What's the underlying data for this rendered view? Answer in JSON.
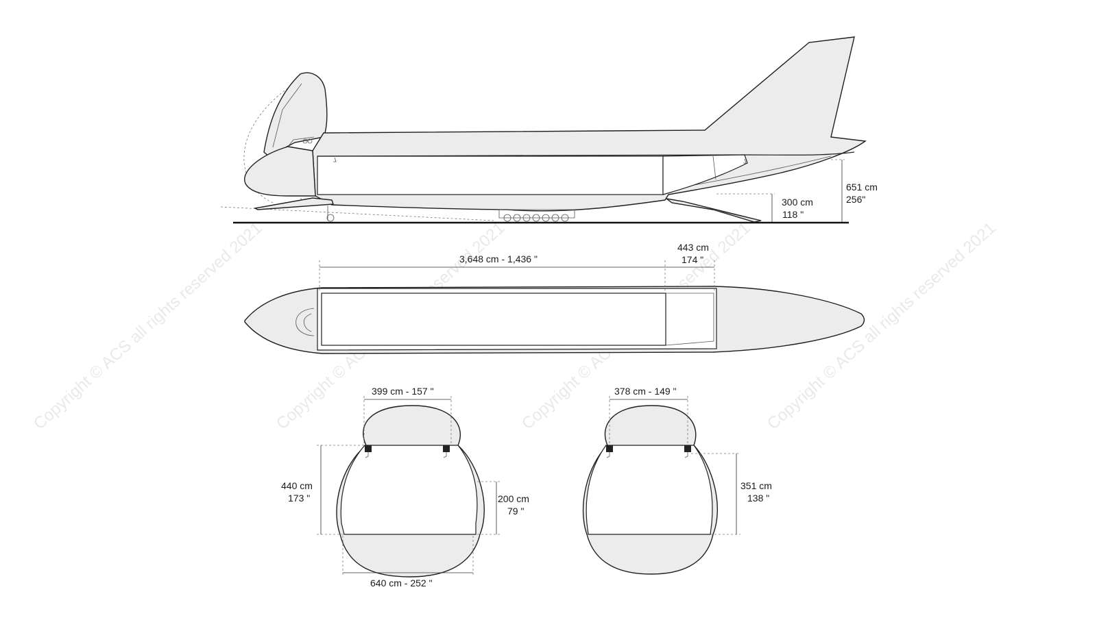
{
  "watermark": "Copyright © ACS all rights reserved 2021",
  "side_view": {
    "height_total_cm": "651 cm",
    "height_total_in": "256\"",
    "sill_height_cm": "300 cm",
    "sill_height_in": "118 \""
  },
  "top_view": {
    "main_length": "3,648 cm  -  1,436 \"",
    "aft_length_cm": "443 cm",
    "aft_length_in": "174 \""
  },
  "front_section": {
    "top_width": "399 cm - 157 \"",
    "bottom_width": "640 cm - 252 \"",
    "height_cm": "440 cm",
    "height_in": "173 \"",
    "side_height_cm": "200 cm",
    "side_height_in": "79 \""
  },
  "rear_section": {
    "top_width": "378 cm - 149 \"",
    "height_cm": "351 cm",
    "height_in": "138 \""
  },
  "colors": {
    "fuselage": "#ececec",
    "outline": "#1f1f1f",
    "watermark": "#e9e9e9"
  }
}
